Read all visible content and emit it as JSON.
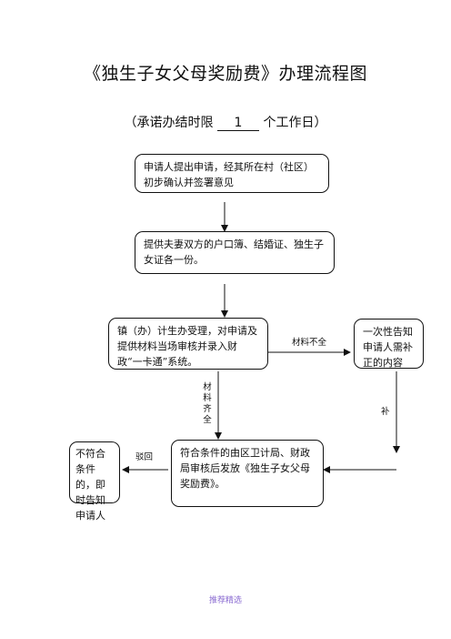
{
  "title": "《独生子女父母奖励费》办理流程图",
  "subtitle": {
    "prefix": "（承诺办结时限",
    "days": "1",
    "suffix": "个工作日）"
  },
  "steps": {
    "apply": "申请人提出申请，经其所在村（社区）初步确认并签署意见",
    "provide_docs": "提供夫妻双方的户口簿、结婚证、独生子女证各一份。",
    "town_accept": "镇（办）计生办受理，对申请及提供材料当场审核并录入财政“一卡通”系统。",
    "notify_once": "一次性告知申请人需补正的内容",
    "approve_issue": "符合条件的由区卫计局、财政局审核后发放《独生子女父母奖励费》。",
    "reject_notify": "不符合条件的，即时告知申请人"
  },
  "edge_labels": {
    "materials_incomplete": "材料不全",
    "materials_complete": "材料齐全",
    "supplement": "补",
    "rejected": "驳回"
  },
  "footer": "推荐精选"
}
